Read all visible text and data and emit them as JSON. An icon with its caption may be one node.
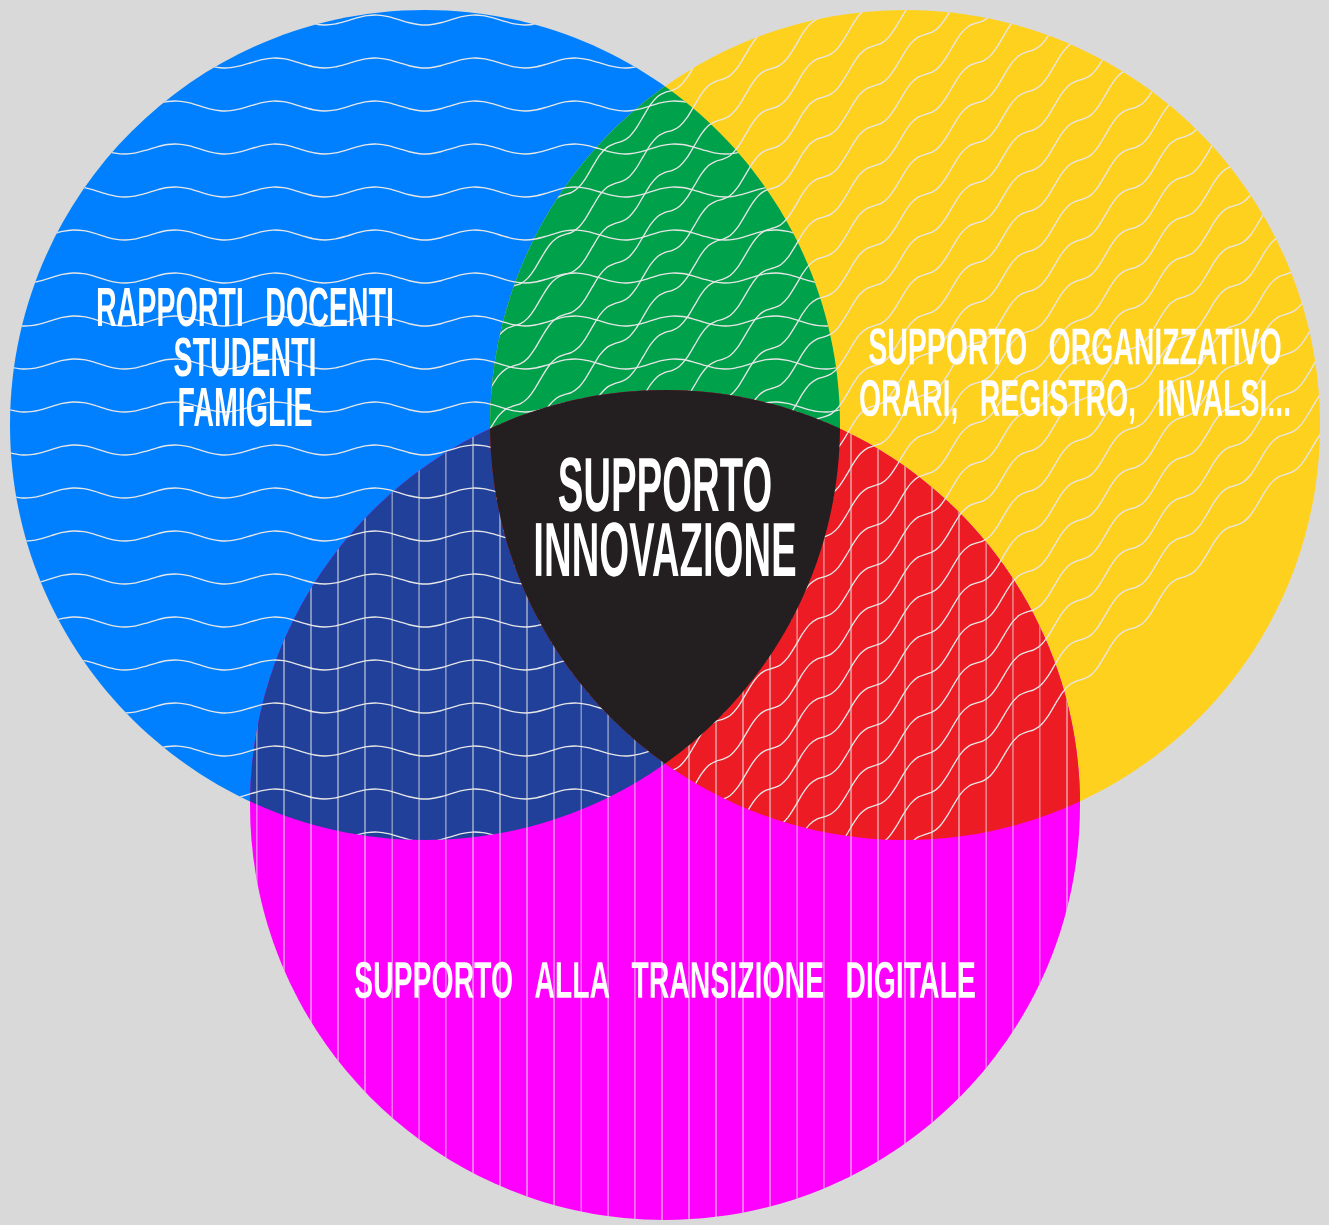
{
  "diagram": {
    "nodes": [
      {
        "text": [
          "RAPPORTI DOCENTI",
          "STUDENTI",
          "FAMIGLIE"
        ]
      },
      {
        "text": [
          "SUPPORTO ORGANIZZATIVO",
          "ORARI, REGISTRO, INVALSI..."
        ]
      },
      {
        "text": [
          "SUPPORTO ALLA TRANSIZIONE DIGITALE"
        ]
      },
      {
        "text": [
          "SUPPORTO",
          "INNOVAZIONE"
        ]
      }
    ]
  }
}
